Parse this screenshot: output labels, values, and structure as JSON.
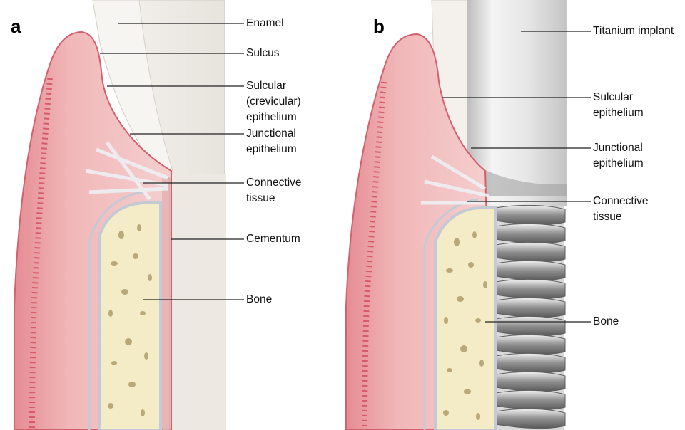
{
  "panel_a": {
    "letter": "a",
    "labels": {
      "enamel": [
        "Enamel"
      ],
      "sulcus": [
        "Sulcus"
      ],
      "sulcular": [
        "Sulcular",
        "(crevicular)",
        "epithelium"
      ],
      "junctional": [
        "Junctional",
        "epithelium"
      ],
      "connective": [
        "Connective",
        "tissue"
      ],
      "cementum": [
        "Cementum"
      ],
      "bone": [
        "Bone"
      ]
    }
  },
  "panel_b": {
    "letter": "b",
    "labels": {
      "implant": [
        "Titanium implant"
      ],
      "sulcular": [
        "Sulcular",
        "epithelium"
      ],
      "junctional": [
        "Junctional",
        "epithelium"
      ],
      "connective": [
        "Connective",
        "tissue"
      ],
      "bone": [
        "Bone"
      ]
    }
  },
  "colors": {
    "gingiva": "#e9a6a8",
    "gingiva_dark": "#d65a6a",
    "gingiva_light": "#f6d6d6",
    "bone": "#f3ecc6",
    "bone_pore": "#b9a97a",
    "periosteum": "#c3cad6",
    "tooth": "#eeeae4",
    "implant": "#dcdcdc"
  }
}
